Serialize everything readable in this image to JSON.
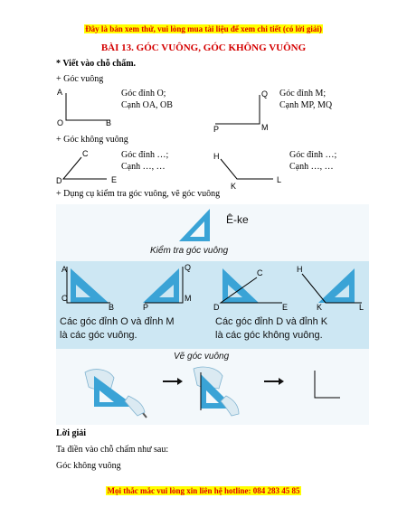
{
  "banner_top": "Đây là bản xem thử, vui lòng mua tài liệu để xem chi tiết (có lời giải)",
  "title": "BÀI 13. GÓC VUÔNG, GÓC KHÔNG VUÔNG",
  "section_heading": "* Viết vào chỗ chấm.",
  "right_angle": {
    "heading": "+ Góc vuông",
    "left": {
      "line1": "Góc đỉnh O;",
      "line2": "Cạnh OA, OB",
      "pts": [
        "A",
        "O",
        "B"
      ]
    },
    "right": {
      "line1": "Góc đỉnh M;",
      "line2": "Cạnh MP, MQ",
      "pts": [
        "Q",
        "P",
        "M"
      ]
    }
  },
  "non_right_angle": {
    "heading": "+ Góc không vuông",
    "left": {
      "line1": "Góc đỉnh …;",
      "line2": "Cạnh …, …",
      "pts": [
        "C",
        "D",
        "E"
      ]
    },
    "right": {
      "line1": "Góc đỉnh …;",
      "line2": "Cạnh …, …",
      "pts": [
        "H",
        "K",
        "L"
      ]
    }
  },
  "tool_heading": "+ Dụng cụ kiểm tra góc vuông, vẽ góc vuông",
  "figure": {
    "tool_name": "Ê-ke",
    "check_heading": "Kiểm tra góc vuông",
    "left_pts": [
      "A",
      "O",
      "B",
      "Q",
      "P",
      "M"
    ],
    "right_pts": [
      "C",
      "D",
      "E",
      "H",
      "K",
      "L"
    ],
    "caption_left_1": "Các góc đỉnh O và đỉnh M",
    "caption_left_2": "là các góc vuông.",
    "caption_right_1": "Các góc đỉnh D và đỉnh K",
    "caption_right_2": "là các góc không vuông.",
    "draw_heading": "Vẽ góc vuông"
  },
  "solution_heading": "Lời giải",
  "solution_line": "Ta điền vào chỗ chấm như sau:",
  "solution_sub": "Góc không vuông",
  "banner_bottom": "Mọi thắc mắc vui lòng xin liên hệ hotline: 084 283 45 85",
  "colors": {
    "banner": "#e00000",
    "title": "#d40000",
    "highlight": "#ffff00",
    "tool_blue": "#3aa3d6"
  }
}
